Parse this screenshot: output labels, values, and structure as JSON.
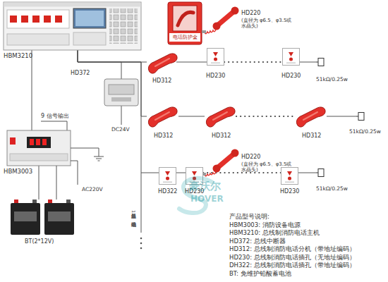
{
  "diagram": {
    "nodes": [
      {
        "text": [
          "HBM3210"
        ]
      },
      {
        "text": [
          "电话防护盒"
        ]
      },
      {
        "text": [
          "HD220",
          "(直径为 φ6.5、φ3.5或水晶头)"
        ]
      },
      {
        "text": [
          "HD372"
        ]
      },
      {
        "text": [
          "HD312"
        ]
      },
      {
        "text": [
          "HD230"
        ]
      },
      {
        "text": [
          "HD230"
        ]
      },
      {
        "text": [
          "51kΩ/0.25w"
        ]
      },
      {
        "text": [
          "HD312"
        ]
      },
      {
        "text": [
          "HD312"
        ]
      },
      {
        "text": [
          "HD312"
        ]
      },
      {
        "text": [
          "51kΩ/0.25w"
        ]
      },
      {
        "text": [
          "HD220",
          "(直径为 φ6.5、φ3.5或水晶头)"
        ]
      },
      {
        "text": [
          "HD322"
        ]
      },
      {
        "text": [
          "HD230"
        ]
      },
      {
        "text": [
          "HD230"
        ]
      },
      {
        "text": [
          "51kΩ/0.25w"
        ]
      },
      {
        "text": [
          "HBM3003"
        ]
      },
      {
        "text": [
          "BT(2*12V)"
        ]
      }
    ],
    "edges": [
      {
        "from": 0,
        "to": 3,
        "arrow": "none"
      },
      {
        "from": 0,
        "to": 4,
        "arrow": "none"
      },
      {
        "from": 4,
        "to": 5,
        "arrow": "none"
      },
      {
        "from": 5,
        "to": 6,
        "arrow": "none"
      },
      {
        "from": 6,
        "to": 7,
        "arrow": "none"
      },
      {
        "from": 0,
        "to": 8,
        "arrow": "none"
      },
      {
        "from": 8,
        "to": 9,
        "arrow": "none"
      },
      {
        "from": 9,
        "to": 10,
        "arrow": "none"
      },
      {
        "from": 10,
        "to": 11,
        "arrow": "none"
      },
      {
        "from": 0,
        "to": 13,
        "arrow": "none"
      },
      {
        "from": 13,
        "to": 14,
        "arrow": "none"
      },
      {
        "from": 14,
        "to": 15,
        "arrow": "none"
      },
      {
        "from": 15,
        "to": 16,
        "arrow": "none"
      },
      {
        "from": 0,
        "to": 17,
        "arrow": "none"
      },
      {
        "from": 17,
        "to": 18,
        "arrow": "none"
      }
    ],
    "labels": [
      "DC24V",
      "9 信号输出",
      "AC220V",
      "总线最多分127个地址编码点",
      "产品型号说明:",
      "HBM3003: 消防设备电源",
      "HBM3210: 总线制消防电话主机",
      "HD372: 总线中断器",
      "HD312: 总线制消防电话分机（带地址编码）",
      "HD230: 总线制消防电话插孔（无地址编码）",
      "DH322: 总线制消防电话插孔（带地址编码）",
      "BT: 免维护铅酸蓄电池",
      "豪沃尔",
      "HOVER"
    ]
  }
}
